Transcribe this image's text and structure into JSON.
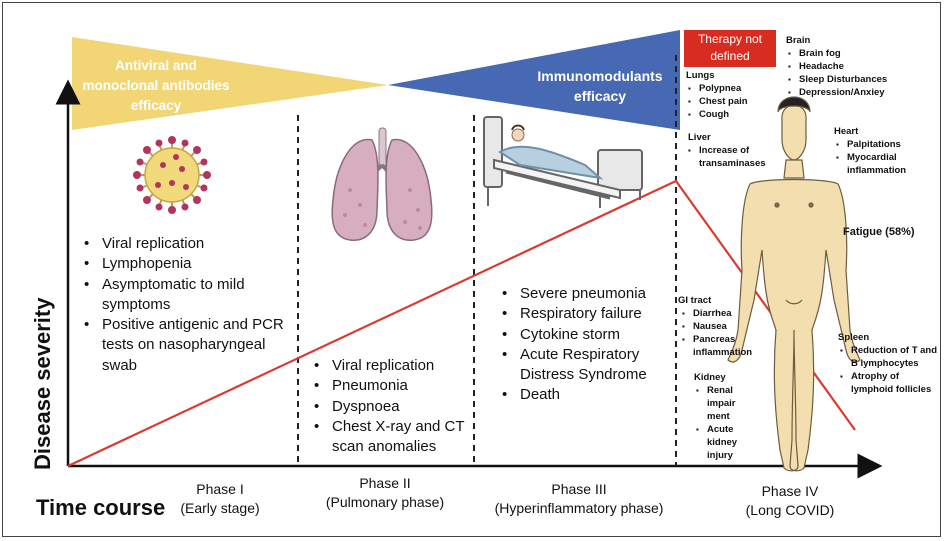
{
  "wedges": {
    "antiviral": {
      "text": "Antiviral and monoclonal antibodies efficacy",
      "color": "#f2d675"
    },
    "immuno": {
      "text": "Immunomodulants efficacy",
      "color": "#4768b3"
    }
  },
  "therapy_not_defined": "Therapy not defined",
  "axes": {
    "y_label": "Disease severity",
    "x_label": "Time course"
  },
  "phases": [
    {
      "name": "Phase I",
      "subtitle": "(Early stage)",
      "items": [
        "Viral replication",
        "Lymphopenia",
        "Asymptomatic to mild symptoms",
        "Positive antigenic and PCR tests on nasopharyngeal swab"
      ]
    },
    {
      "name": "Phase II",
      "subtitle": "(Pulmonary phase)",
      "items": [
        "Viral replication",
        "Pneumonia",
        "Dyspnoea",
        "Chest X-ray and CT scan anomalies"
      ]
    },
    {
      "name": "Phase III",
      "subtitle": "(Hyperinflammatory phase)",
      "items": [
        "Severe pneumonia",
        "Respiratory failure",
        "Cytokine storm",
        "Acute Respiratory Distress Syndrome",
        "Death"
      ]
    },
    {
      "name": "Phase IV",
      "subtitle": "(Long COVID)",
      "items": []
    }
  ],
  "organs": {
    "brain": {
      "title": "Brain",
      "items": [
        "Brain fog",
        "Headache",
        "Sleep Disturbances",
        "Depression/Anxiey"
      ]
    },
    "lungs": {
      "title": "Lungs",
      "items": [
        "Polypnea",
        "Chest pain",
        "Cough"
      ]
    },
    "liver": {
      "title": "Liver",
      "items": [
        "Increase of transaminases"
      ]
    },
    "heart": {
      "title": "Heart",
      "items": [
        "Palpitations",
        "Myocardial inflammation"
      ]
    },
    "fatigue": "Fatigue (58%)",
    "gi_tract": {
      "title": "GI tract",
      "items": [
        "Diarrhea",
        "Nausea",
        "Pancreas inflammation"
      ]
    },
    "kidney": {
      "title": "Kidney",
      "items": [
        "Renal impair ment",
        "Acute kidney injury"
      ]
    },
    "spleen": {
      "title": "Spleen",
      "items": [
        "Reduction of T and B lymphocytes",
        "Atrophy of lymphoid follicles"
      ]
    }
  },
  "colors": {
    "severity_line": "#d93b30",
    "divider": "#222222",
    "skin": "#f3deb0"
  },
  "icons": [
    "virus-icon",
    "lungs-icon",
    "hospital-bed-icon",
    "human-body-icon"
  ]
}
